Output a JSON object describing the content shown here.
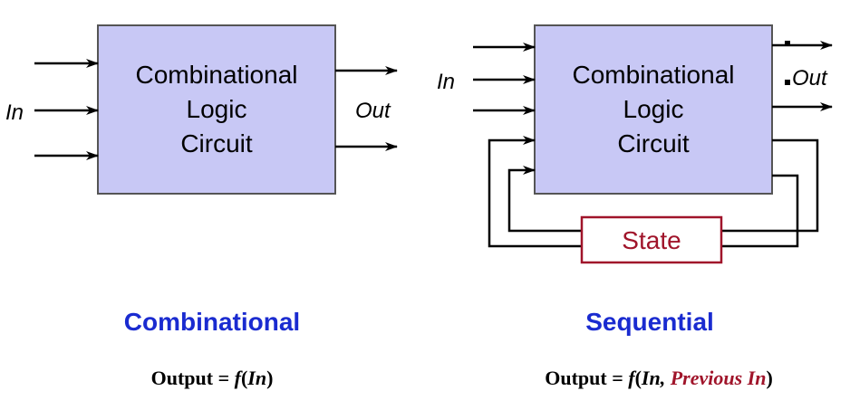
{
  "combinational": {
    "box_lines": [
      "Combinational",
      "Logic",
      "Circuit"
    ],
    "input_label": "In",
    "output_label": "Out",
    "heading": "Combinational",
    "formula": {
      "prefix": "Output = ",
      "func": "f",
      "open": "(",
      "args": "In",
      "close": ")"
    }
  },
  "sequential": {
    "box_lines": [
      "Combinational",
      "Logic",
      "Circuit"
    ],
    "input_label": "In",
    "output_label": "Out",
    "state_label": "State",
    "heading": "Sequential",
    "formula": {
      "prefix": "Output = ",
      "func": "f",
      "open": "(",
      "args": "In, ",
      "highlight": "Previous In",
      "close": ")"
    }
  },
  "colors": {
    "box_fill": "#c8c8f5",
    "box_stroke": "#555555",
    "heading": "#1a2bd0",
    "state": "#a0142a"
  }
}
